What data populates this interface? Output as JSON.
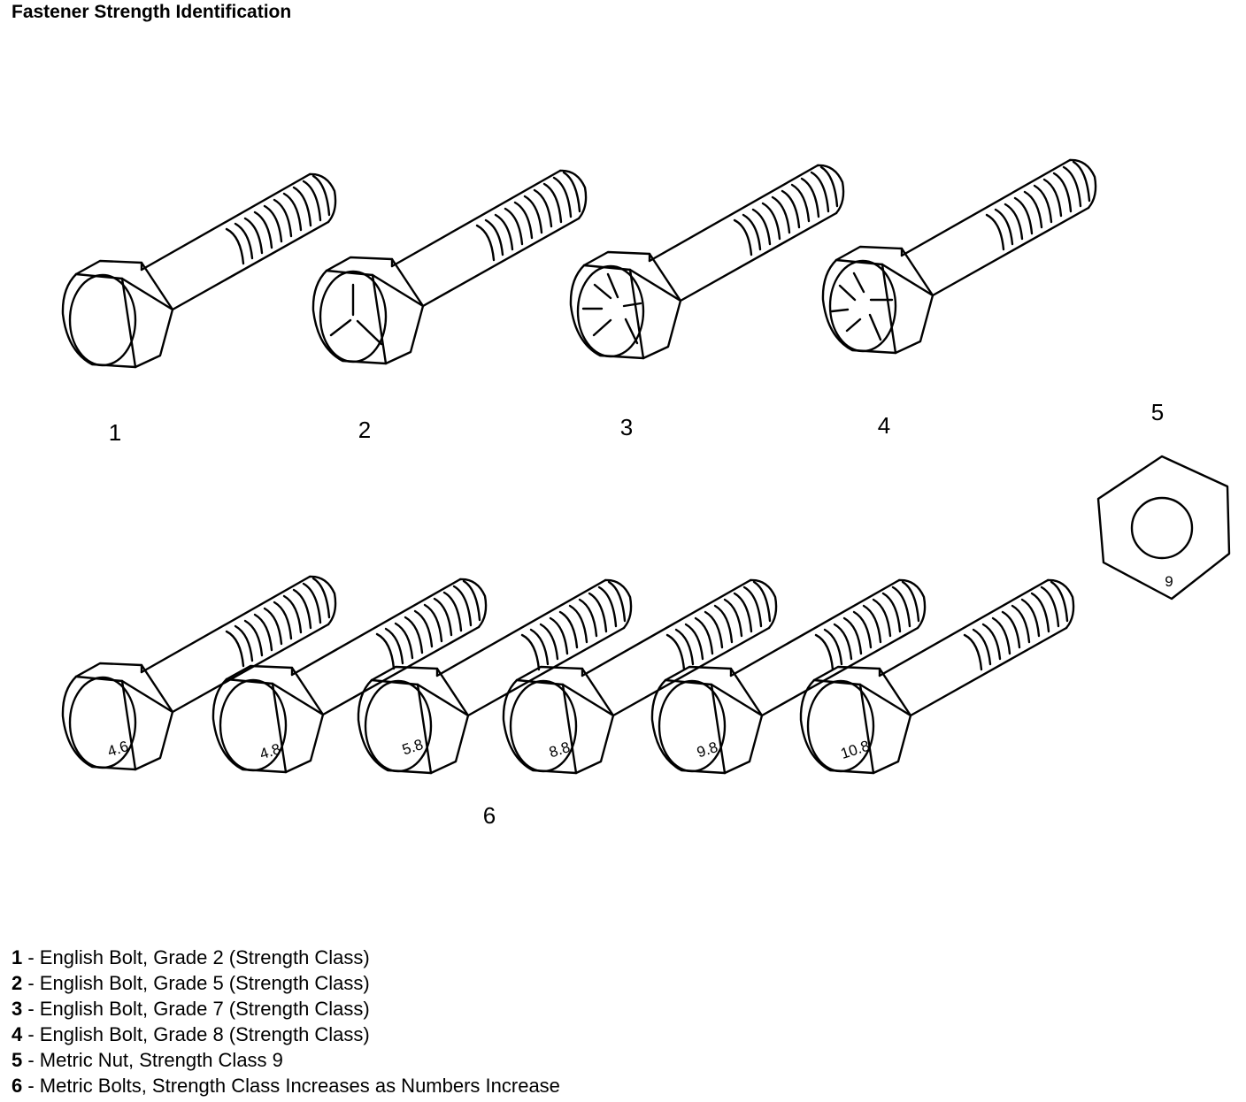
{
  "title": "Fastener Strength Identification",
  "callouts": {
    "c1": "1",
    "c2": "2",
    "c3": "3",
    "c4": "4",
    "c5": "5",
    "c6": "6"
  },
  "nut": {
    "marking": "9"
  },
  "metric_bolts": [
    {
      "marking": "4.6"
    },
    {
      "marking": "4.8"
    },
    {
      "marking": "5.8"
    },
    {
      "marking": "8.8"
    },
    {
      "marking": "9.8"
    },
    {
      "marking": "10.8"
    }
  ],
  "legend": [
    {
      "num": "1",
      "text": " - English Bolt, Grade 2 (Strength Class)"
    },
    {
      "num": "2",
      "text": " - English Bolt, Grade 5 (Strength Class)"
    },
    {
      "num": "3",
      "text": " - English Bolt, Grade 7 (Strength Class)"
    },
    {
      "num": "4",
      "text": " - English Bolt, Grade 8 (Strength Class)"
    },
    {
      "num": "5",
      "text": " - Metric Nut, Strength Class 9"
    },
    {
      "num": "6",
      "text": " - Metric Bolts, Strength Class Increases as Numbers Increase"
    }
  ],
  "colors": {
    "line": "#000000",
    "background": "#ffffff"
  }
}
